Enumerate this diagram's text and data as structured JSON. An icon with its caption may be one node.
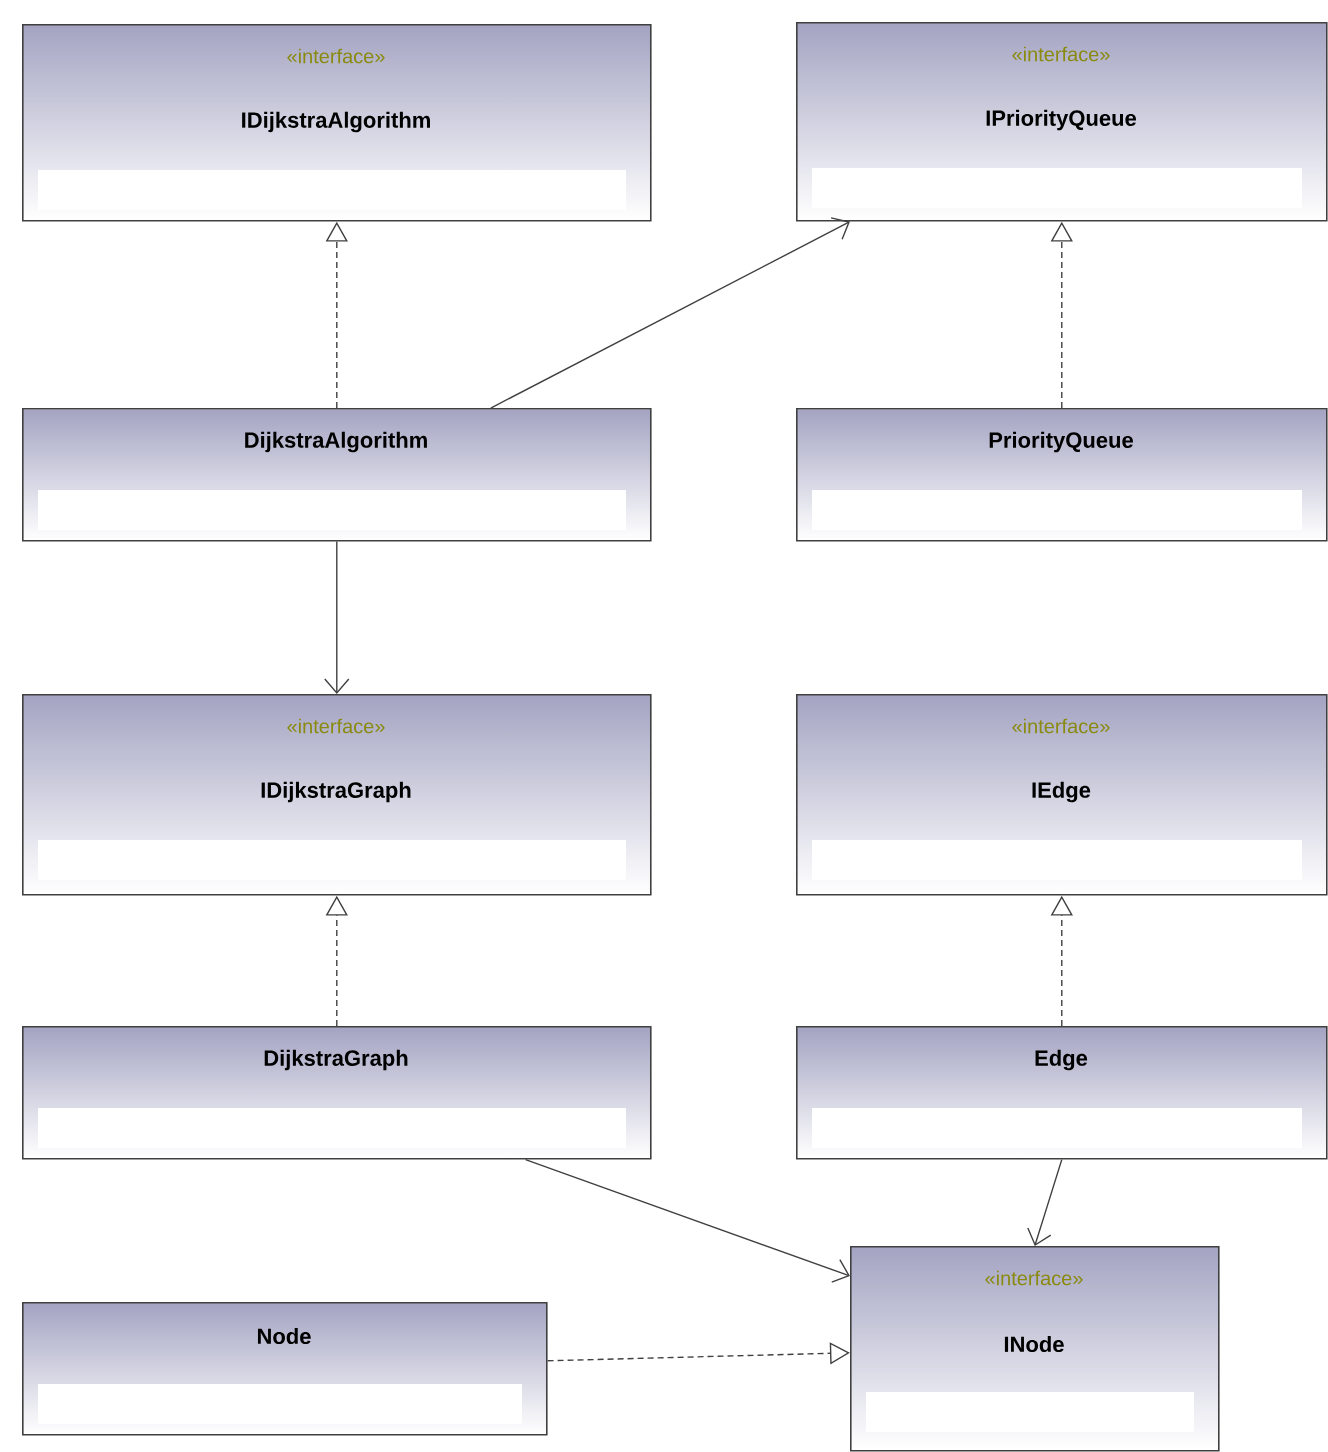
{
  "diagram": {
    "nodes": [
      {
        "text": [
          "«interface»",
          "IDijkstraAlgorithm"
        ]
      },
      {
        "text": [
          "«interface»",
          "IPriorityQueue"
        ]
      },
      {
        "text": [
          "DijkstraAlgorithm"
        ]
      },
      {
        "text": [
          "PriorityQueue"
        ]
      },
      {
        "text": [
          "«interface»",
          "IDijkstraGraph"
        ]
      },
      {
        "text": [
          "«interface»",
          "IEdge"
        ]
      },
      {
        "text": [
          "DijkstraGraph"
        ]
      },
      {
        "text": [
          "Edge"
        ]
      },
      {
        "text": [
          "Node"
        ]
      },
      {
        "text": [
          "«interface»",
          "INode"
        ]
      }
    ],
    "edges": [
      {
        "from": 2,
        "to": 0,
        "arrow": "to",
        "style": "dashed"
      },
      {
        "from": 2,
        "to": 1,
        "arrow": "to"
      },
      {
        "from": 3,
        "to": 1,
        "arrow": "to",
        "style": "dashed"
      },
      {
        "from": 2,
        "to": 4,
        "arrow": "to"
      },
      {
        "from": 6,
        "to": 4,
        "arrow": "to",
        "style": "dashed"
      },
      {
        "from": 7,
        "to": 5,
        "arrow": "to",
        "style": "dashed"
      },
      {
        "from": 6,
        "to": 9,
        "arrow": "to"
      },
      {
        "from": 7,
        "to": 9,
        "arrow": "to"
      },
      {
        "from": 8,
        "to": 9,
        "arrow": "to",
        "style": "dashed"
      }
    ]
  }
}
